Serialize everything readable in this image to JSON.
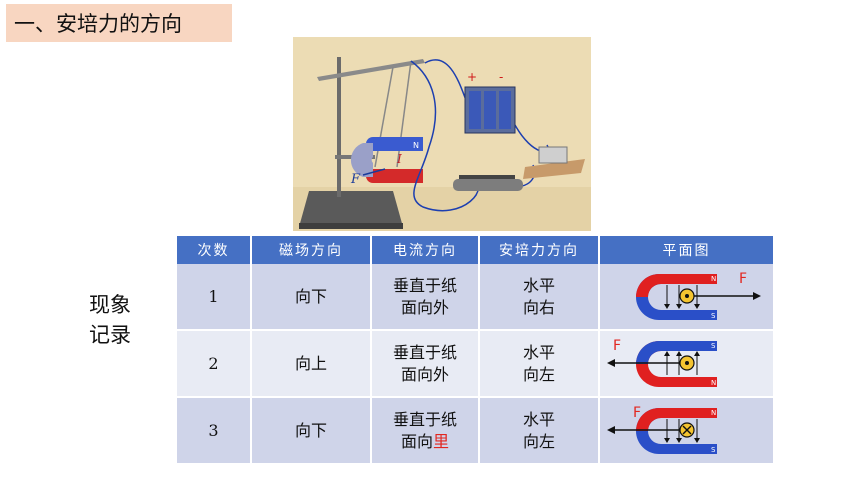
{
  "title": "一、安培力的方向",
  "side_label": [
    "现象",
    "记录"
  ],
  "photo": {
    "battery_plus": "+",
    "battery_minus": "-",
    "label_F": "F",
    "label_I": "I",
    "magnet_top": "N"
  },
  "table": {
    "headers": [
      "次数",
      "磁场方向",
      "电流方向",
      "安培力方向",
      "平面图"
    ],
    "rows": [
      {
        "num": "1",
        "field": "向下",
        "current_line1": "垂直于纸",
        "current_line2_a": "面向外",
        "current_line2_b": "",
        "force_line1": "水平",
        "force_line2": "向右",
        "diagram": {
          "force_label": "F",
          "pole_top": "N",
          "pole_bottom": "S",
          "current_symbol": "out",
          "force_direction": "right"
        }
      },
      {
        "num": "2",
        "field": "向上",
        "current_line1": "垂直于纸",
        "current_line2_a": "面向外",
        "current_line2_b": "",
        "force_line1": "水平",
        "force_line2": "向左",
        "diagram": {
          "force_label": "F",
          "pole_top": "S",
          "pole_bottom": "N",
          "current_symbol": "out",
          "force_direction": "left"
        }
      },
      {
        "num": "3",
        "field": "向下",
        "current_line1": "垂直于纸",
        "current_line2_a": "面向",
        "current_line2_b": "里",
        "force_line1": "水平",
        "force_line2": "向左",
        "diagram": {
          "force_label": "F",
          "pole_top": "N",
          "pole_bottom": "S",
          "current_symbol": "in",
          "force_direction": "left"
        }
      }
    ]
  },
  "colors": {
    "title_bg": "#f8d6c1",
    "header_bg": "#4570c4",
    "row_dark": "#cfd4e9",
    "row_light": "#e8ebf4",
    "magnet_red": "#e02020",
    "magnet_blue": "#2a4fc8",
    "highlight_red": "#e2261f"
  }
}
